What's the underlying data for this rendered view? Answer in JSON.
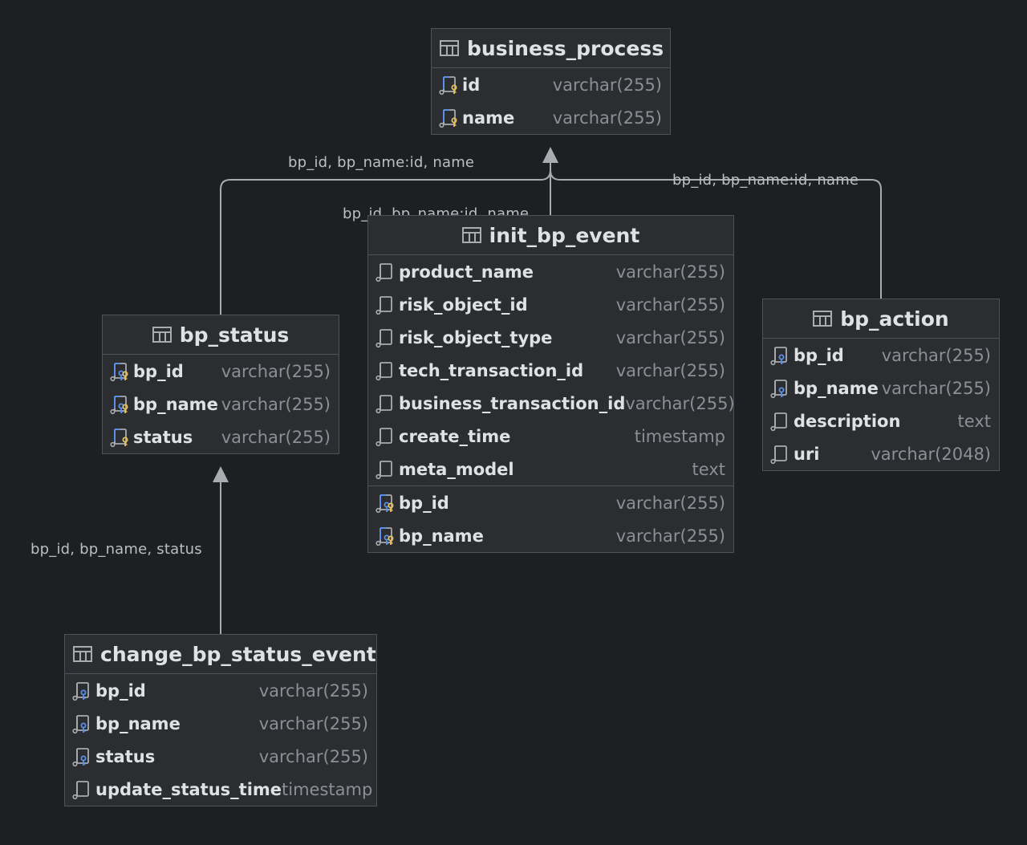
{
  "connector_labels": {
    "bp_status_to_business_process": "bp_id, bp_name:id, name",
    "init_bp_event_to_business_process": "bp_id, bp_name:id, name",
    "bp_action_to_business_process": "bp_id, bp_name:id, name",
    "change_event_to_bp_status": "bp_id, bp_name, status"
  },
  "tables": {
    "business_process": {
      "name": "business_process",
      "columns": [
        {
          "name": "id",
          "type": "varchar(255)",
          "icon": "primary-key-icon"
        },
        {
          "name": "name",
          "type": "varchar(255)",
          "icon": "primary-key-icon"
        }
      ]
    },
    "init_bp_event": {
      "name": "init_bp_event",
      "columns": [
        {
          "name": "product_name",
          "type": "varchar(255)",
          "icon": "column-icon"
        },
        {
          "name": "risk_object_id",
          "type": "varchar(255)",
          "icon": "column-icon"
        },
        {
          "name": "risk_object_type",
          "type": "varchar(255)",
          "icon": "column-icon"
        },
        {
          "name": "tech_transaction_id",
          "type": "varchar(255)",
          "icon": "column-icon"
        },
        {
          "name": "business_transaction_id",
          "type": "varchar(255)",
          "icon": "column-icon"
        },
        {
          "name": "create_time",
          "type": "timestamp",
          "icon": "column-icon"
        },
        {
          "name": "meta_model",
          "type": "text",
          "icon": "column-icon"
        },
        {
          "name": "bp_id",
          "type": "varchar(255)",
          "icon": "primary-foreign-key-icon"
        },
        {
          "name": "bp_name",
          "type": "varchar(255)",
          "icon": "primary-foreign-key-icon"
        }
      ]
    },
    "bp_status": {
      "name": "bp_status",
      "columns": [
        {
          "name": "bp_id",
          "type": "varchar(255)",
          "icon": "primary-foreign-key-icon"
        },
        {
          "name": "bp_name",
          "type": "varchar(255)",
          "icon": "primary-foreign-key-icon"
        },
        {
          "name": "status",
          "type": "varchar(255)",
          "icon": "primary-key-icon"
        }
      ]
    },
    "bp_action": {
      "name": "bp_action",
      "columns": [
        {
          "name": "bp_id",
          "type": "varchar(255)",
          "icon": "foreign-key-icon"
        },
        {
          "name": "bp_name",
          "type": "varchar(255)",
          "icon": "foreign-key-icon"
        },
        {
          "name": "description",
          "type": "text",
          "icon": "column-icon"
        },
        {
          "name": "uri",
          "type": "varchar(2048)",
          "icon": "column-icon"
        }
      ]
    },
    "change_bp_status_event": {
      "name": "change_bp_status_event",
      "columns": [
        {
          "name": "bp_id",
          "type": "varchar(255)",
          "icon": "foreign-key-icon"
        },
        {
          "name": "bp_name",
          "type": "varchar(255)",
          "icon": "foreign-key-icon"
        },
        {
          "name": "status",
          "type": "varchar(255)",
          "icon": "foreign-key-icon"
        },
        {
          "name": "update_status_time",
          "type": "timestamp",
          "icon": "column-icon"
        }
      ]
    }
  },
  "colors": {
    "background": "#1e1f22",
    "table_bg": "#2b2d30",
    "border": "#4e5157",
    "line": "#a8abb0",
    "text": "#dfe1e5",
    "type_text": "#8c8f96",
    "key_gold": "#e8c15a",
    "key_blue": "#5b8fe8"
  }
}
